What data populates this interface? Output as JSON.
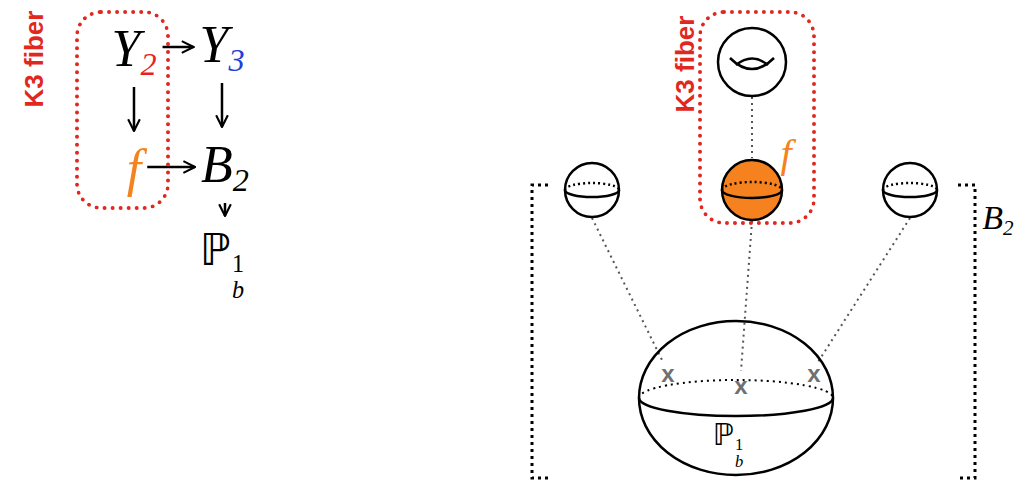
{
  "diagram": {
    "nodes": [
      {
        "text": [
          "K3 fiber"
        ]
      },
      {
        "text": [
          "Y2"
        ],
        "in": 0
      },
      {
        "text": [
          "f"
        ],
        "in": 0
      },
      {
        "text": [
          "Y3"
        ]
      },
      {
        "text": [
          "B2"
        ]
      },
      {
        "text": [
          "ℙ1b"
        ]
      },
      {
        "text": [
          "K3 fiber",
          "f"
        ]
      },
      {
        "text": [
          "ℙ1b"
        ]
      }
    ],
    "edges": [
      {
        "from": 1,
        "to": 3,
        "arrow": "to"
      },
      {
        "from": 1,
        "to": 2,
        "arrow": "to"
      },
      {
        "from": 3,
        "to": 4,
        "arrow": "to"
      },
      {
        "from": 2,
        "to": 4,
        "arrow": "to"
      },
      {
        "from": 4,
        "to": 5,
        "arrow": "to"
      }
    ],
    "labels": [
      "B2",
      "x",
      "x",
      "x"
    ]
  }
}
